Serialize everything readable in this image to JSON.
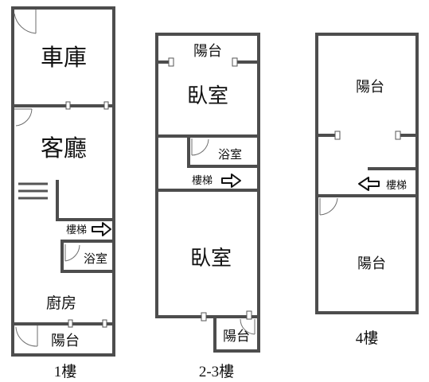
{
  "floor1": {
    "caption": "1樓",
    "garage": "車庫",
    "living_room": "客廳",
    "stairs": "樓梯",
    "bathroom": "浴室",
    "kitchen": "廚房",
    "balcony": "陽台"
  },
  "floor2_3": {
    "caption": "2-3樓",
    "balcony_top": "陽台",
    "bedroom_top": "臥室",
    "bathroom": "浴室",
    "stairs": "樓梯",
    "bedroom_bottom": "臥室",
    "balcony_bottom": "陽台"
  },
  "floor4": {
    "caption": "4樓",
    "balcony_top": "陽台",
    "stairs": "樓梯",
    "balcony_bottom": "陽台"
  },
  "colors": {
    "wall": "#4d4d4d",
    "text": "#111111",
    "background": "#ffffff"
  }
}
